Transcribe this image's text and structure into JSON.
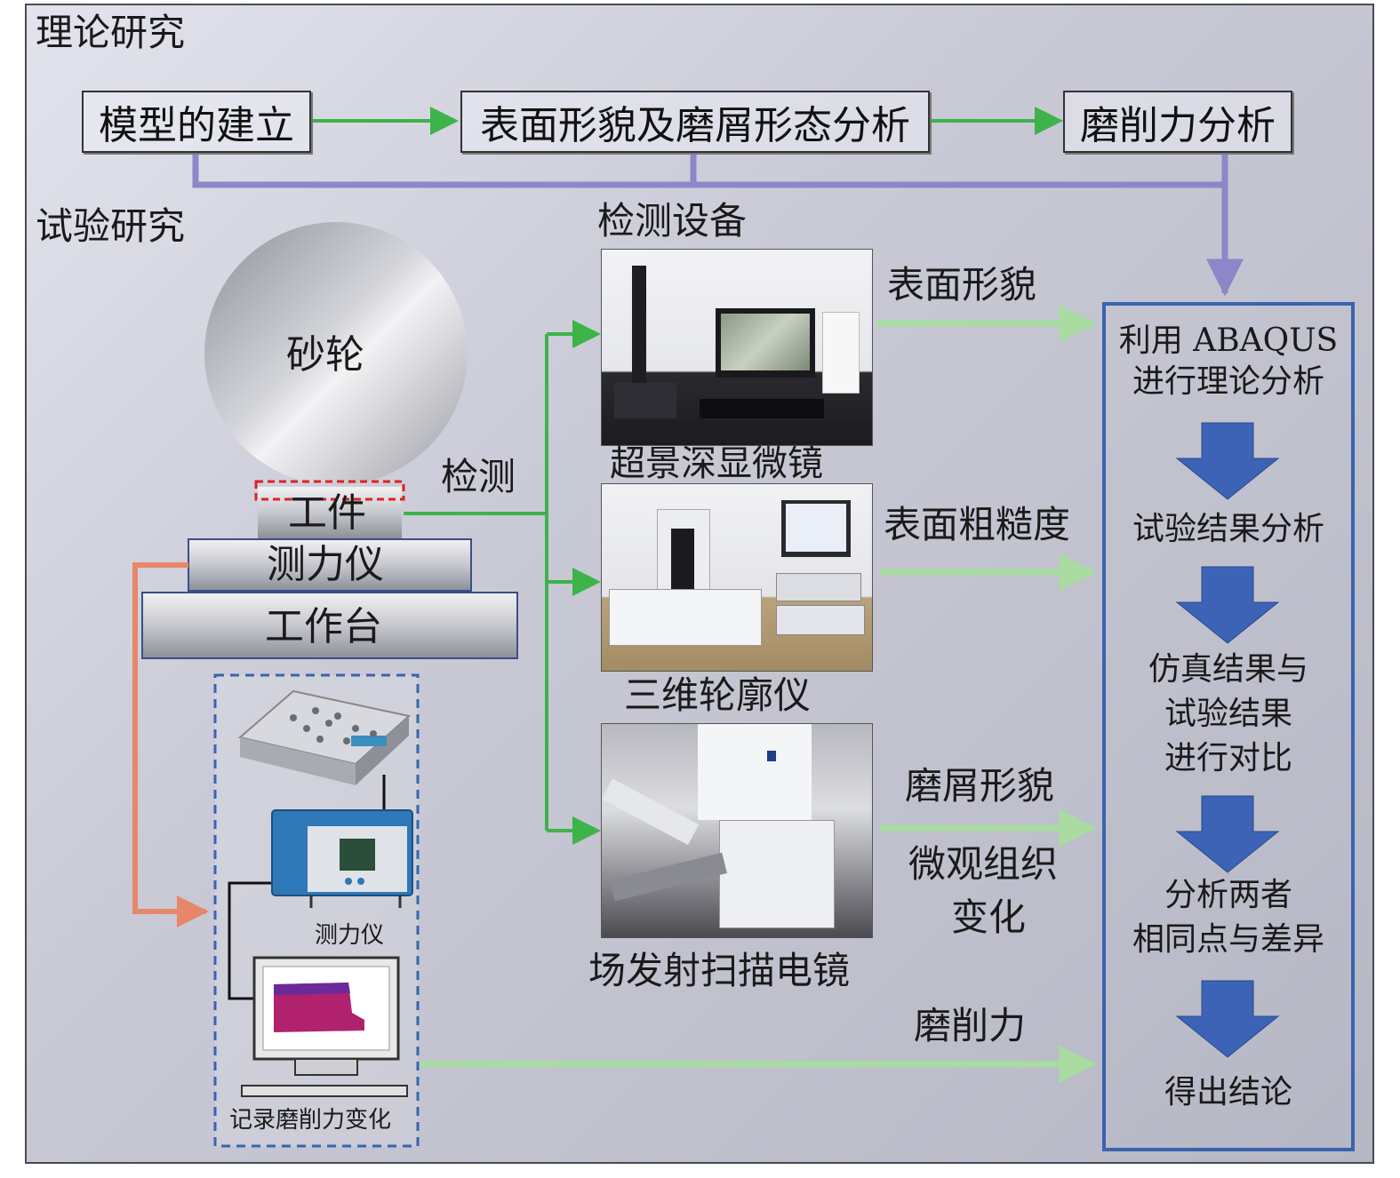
{
  "sections": {
    "theory": "理论研究",
    "experiment": "试验研究"
  },
  "theory_boxes": {
    "model": "模型的建立",
    "surface_chip": "表面形貌及磨屑形态分析",
    "force": "磨削力分析"
  },
  "test_rig": {
    "wheel": "砂轮",
    "workpiece": "工件",
    "dynamometer": "测力仪",
    "table": "工作台",
    "detect": "检测"
  },
  "recorder": {
    "dynamometer": "测力仪",
    "record": "记录磨削力变化"
  },
  "equipment": {
    "title": "检测设备",
    "microscope": "超景深显微镜",
    "profiler": "三维轮廓仪",
    "sem": "场发射扫描电镜"
  },
  "measures": {
    "morphology": "表面形貌",
    "roughness": "表面粗糙度",
    "chip": "磨屑形貌",
    "micro_line1": "微观组织",
    "micro_line2": "变化",
    "force": "磨削力"
  },
  "flow_steps": {
    "s1_line1": "利用 ABAQUS",
    "s1_line2": "进行理论分析",
    "s2": "试验结果分析",
    "s3_line1": "仿真结果与",
    "s3_line2": "试验结果",
    "s3_line3": "进行对比",
    "s4_line1": "分析两者",
    "s4_line2": "相同点与差异",
    "s5": "得出结论"
  },
  "colors": {
    "green_arrow": "#3db34a",
    "light_green_arrow": "#a8dca0",
    "purple_line": "#8e86c9",
    "orange_line": "#e8866a",
    "flow_border": "#3a63b0",
    "flow_arrow": "#3c63b5"
  }
}
